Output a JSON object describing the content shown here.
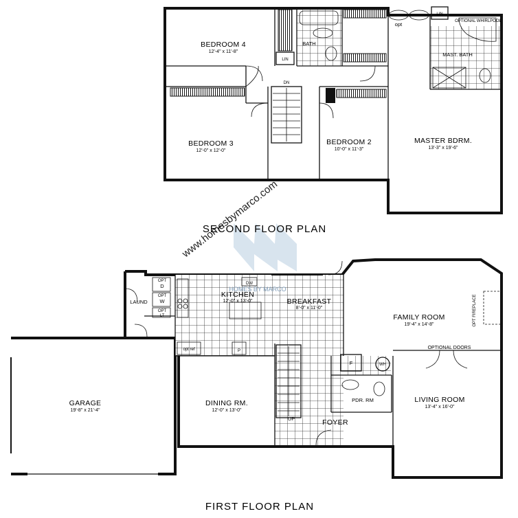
{
  "titles": {
    "second_floor": "SECOND FLOOR PLAN",
    "first_floor": "FIRST FLOOR PLAN"
  },
  "watermark": {
    "url": "www.homesbymarco.com",
    "logo_text": "HOMES BY MARCO",
    "logo_color": "#b8cde0"
  },
  "second_floor": {
    "bedroom4": {
      "name": "BEDROOM 4",
      "dim": "12'-4\" x 11'-8\""
    },
    "bedroom3": {
      "name": "BEDROOM 3",
      "dim": "12'-0\" x 12'-0\""
    },
    "bedroom2": {
      "name": "BEDROOM 2",
      "dim": "10'-0\" x 11'-3\""
    },
    "master": {
      "name": "MASTER BDRM.",
      "dim": "13'-3\" x 19'-6\""
    },
    "bath": "BATH",
    "mast_bath": "MAST. BATH",
    "lin1": "LIN",
    "lin2": "LIN",
    "opt": "opt",
    "whirlpool": "OPTIONAL WHIRLPOOL",
    "dn": "DN"
  },
  "first_floor": {
    "garage": {
      "name": "GARAGE",
      "dim": "19'-8\" x 21'-4\""
    },
    "dining": {
      "name": "DINING RM.",
      "dim": "12'-0\" x 13'-0\""
    },
    "kitchen": {
      "name": "KITCHEN",
      "dim": "12'-0\" x 13'-0\""
    },
    "breakfast": {
      "name": "BREAKFAST",
      "dim": "8'-0\" x 11'-0\""
    },
    "family": {
      "name": "FAMILY ROOM",
      "dim": "19'-4\" x 14'-8\""
    },
    "living": {
      "name": "LIVING ROOM",
      "dim": "13'-4\" x 16'-0\""
    },
    "laund": "LAUND",
    "pdr": "PDR. RM",
    "foyer": "FOYER",
    "up": "UP",
    "dw": "DW",
    "w": "W",
    "d": "D",
    "opt_d": "OPT",
    "opt_w": "OPT",
    "opt_lt": "OPT",
    "lt": "LT",
    "f": "F",
    "p": "P",
    "wh": "WH",
    "opt_ref": "opt ref",
    "opt_fireplace": "OPT FIREPLACE",
    "optional_doors": "OPTIONAL DOORS"
  }
}
